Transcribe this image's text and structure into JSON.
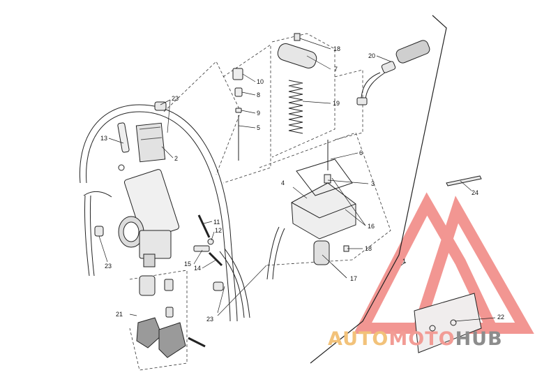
{
  "diagram": {
    "callouts": [
      "18",
      "7",
      "10",
      "8",
      "9",
      "5",
      "19",
      "20",
      "23",
      "13",
      "2",
      "6",
      "3",
      "4",
      "16",
      "24",
      "11",
      "12",
      "15",
      "14",
      "18",
      "17",
      "23",
      "21",
      "23",
      "1",
      "22"
    ]
  },
  "watermark": {
    "part1": "AUTO",
    "part2": "MOTO",
    "part3": "HUB",
    "colors": {
      "auto": "#f2c27a",
      "moto": "#f29c95",
      "hub": "#8c8c8c",
      "logo": "#e8413a"
    }
  }
}
